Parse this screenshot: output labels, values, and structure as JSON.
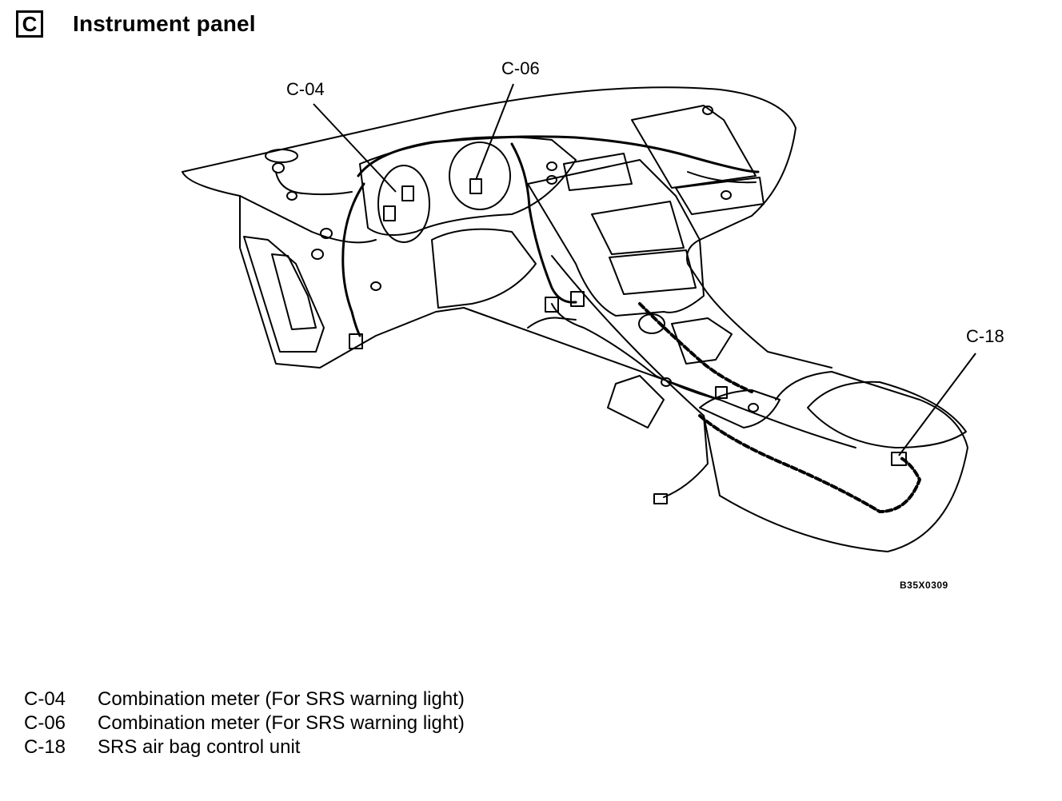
{
  "header": {
    "section_letter": "C",
    "title": "Instrument panel"
  },
  "callouts": [
    {
      "code": "C-04"
    },
    {
      "code": "C-06"
    },
    {
      "code": "C-18"
    }
  ],
  "figure_code": "B35X0309",
  "legend": [
    {
      "code": "C-04",
      "description": "Combination meter (For SRS warning light)"
    },
    {
      "code": "C-06",
      "description": "Combination meter (For SRS warning light)"
    },
    {
      "code": "C-18",
      "description": "SRS air bag control unit"
    }
  ]
}
